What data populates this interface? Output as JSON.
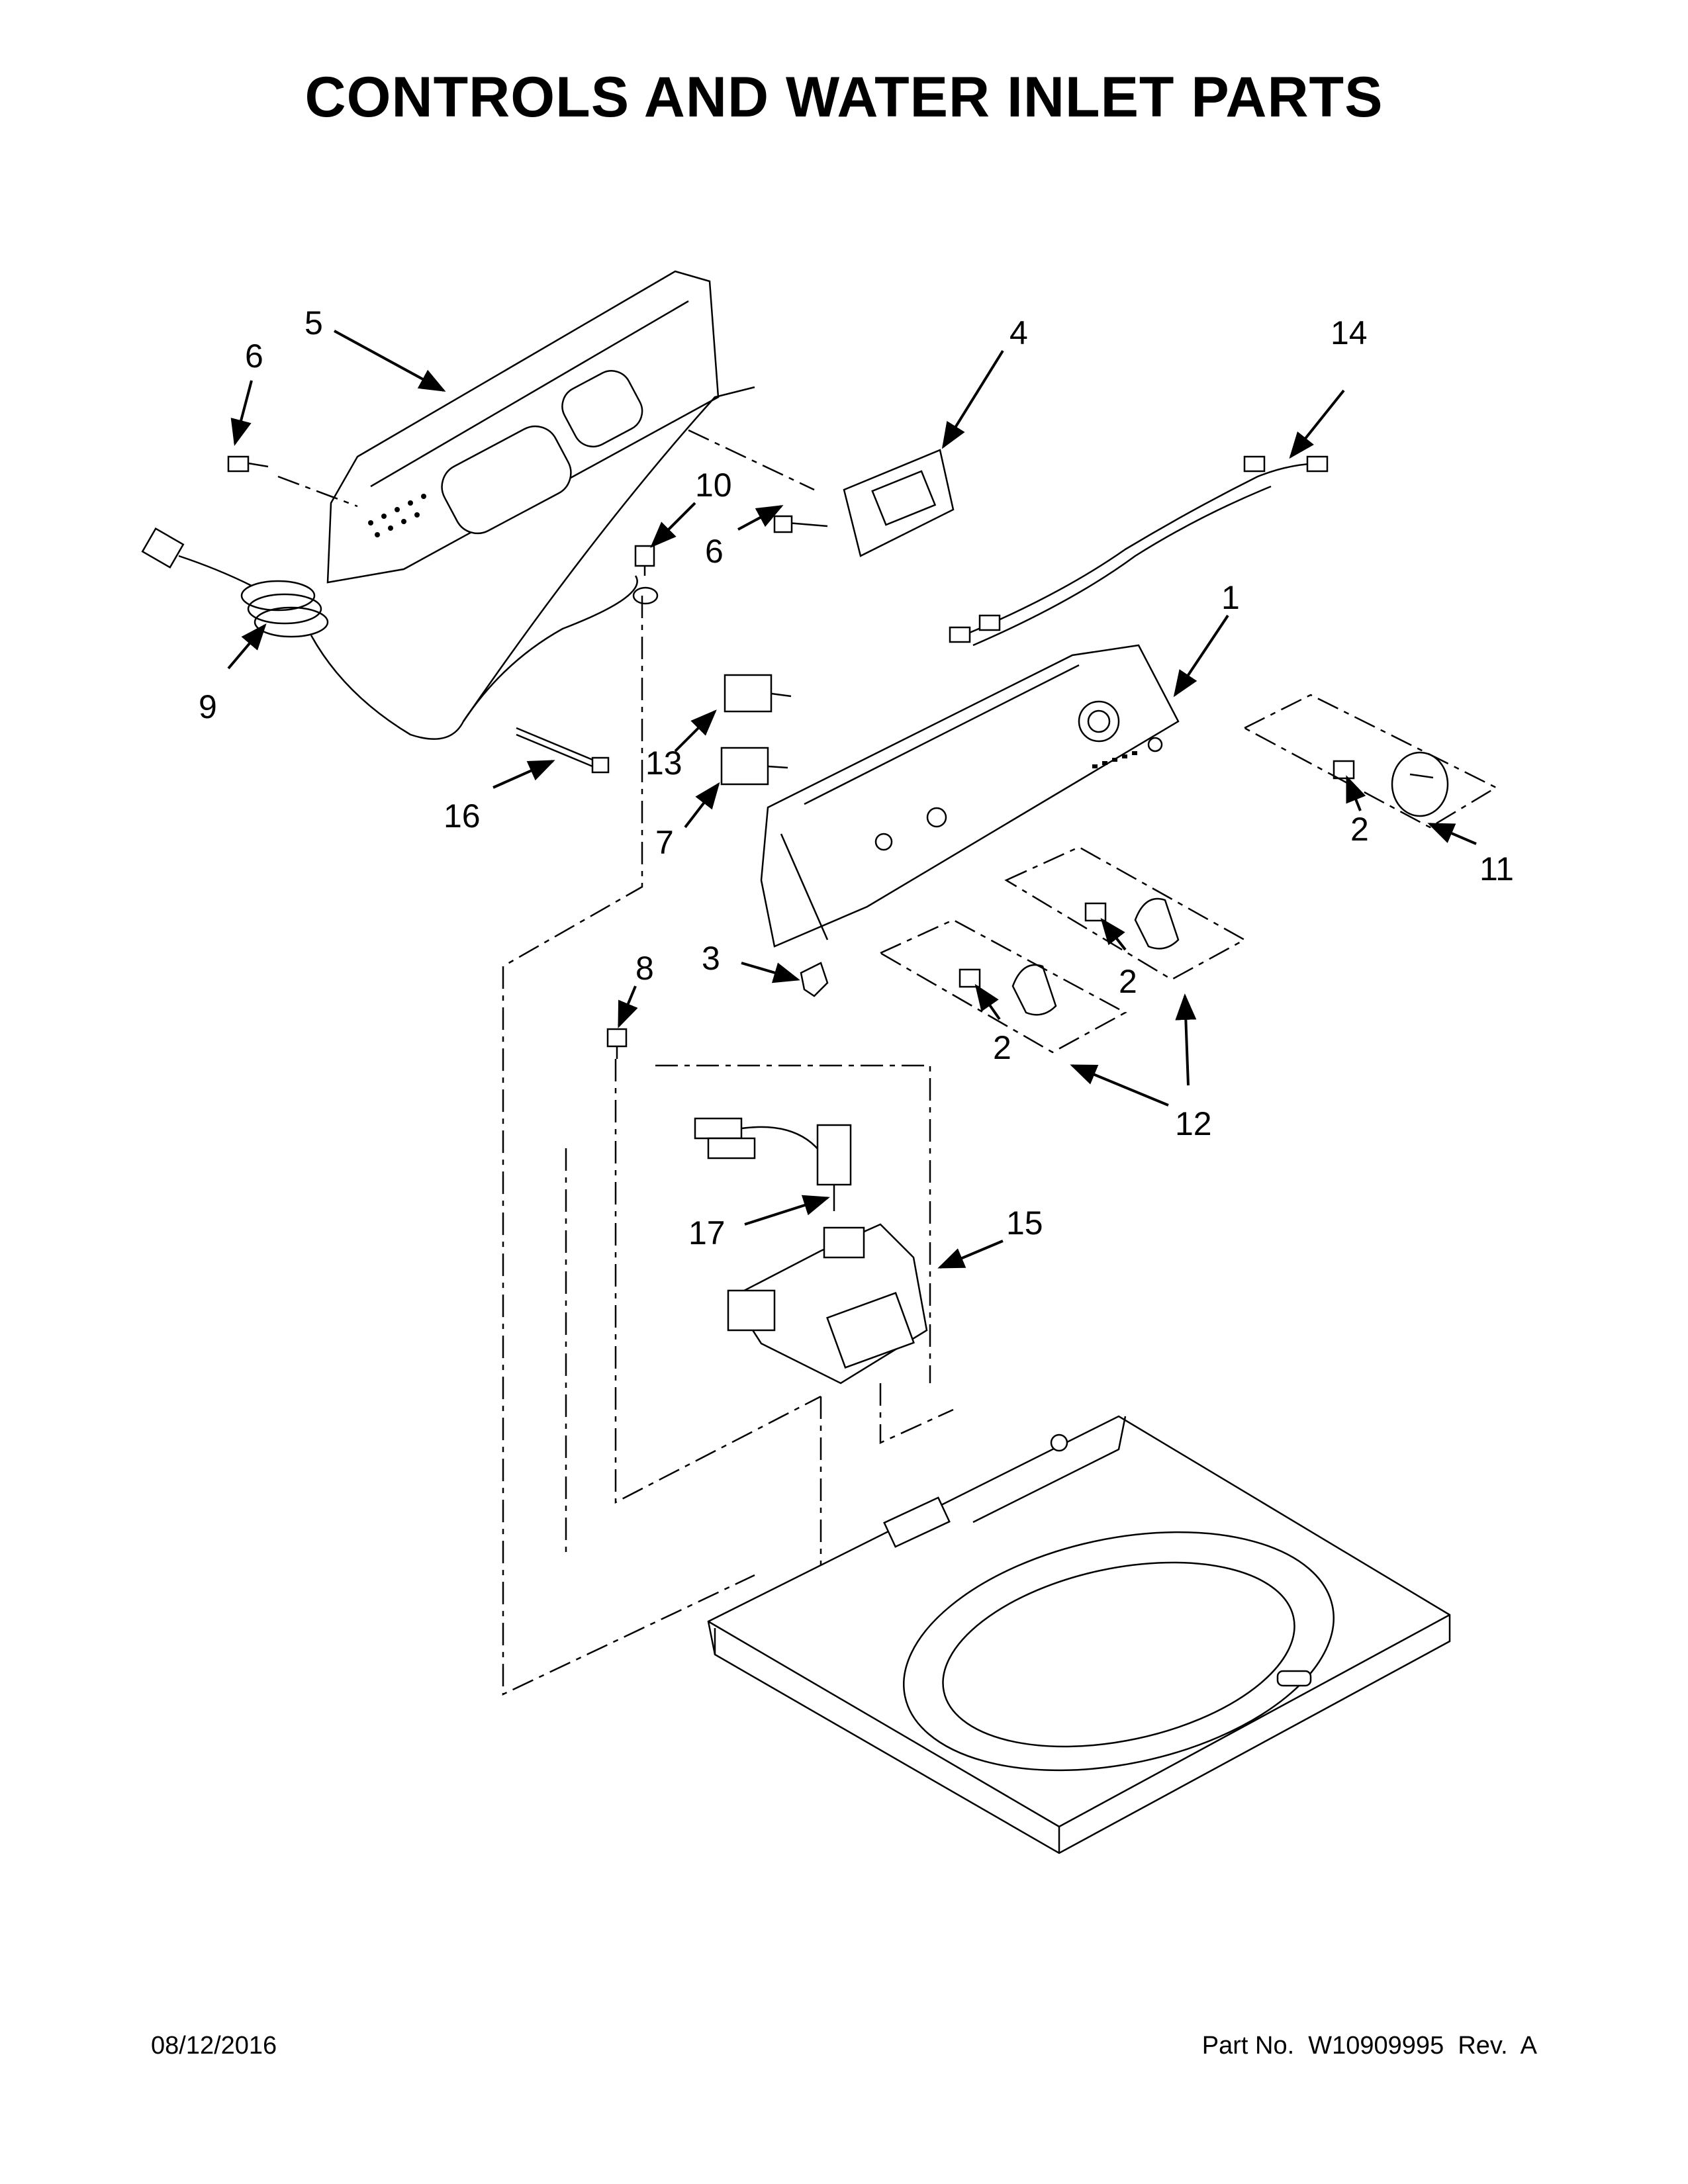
{
  "title": "CONTROLS AND WATER INLET PARTS",
  "callouts": [
    {
      "id": "c5",
      "label": "5"
    },
    {
      "id": "c6a",
      "label": "6"
    },
    {
      "id": "c4",
      "label": "4"
    },
    {
      "id": "c14",
      "label": "14"
    },
    {
      "id": "c10",
      "label": "10"
    },
    {
      "id": "c6b",
      "label": "6"
    },
    {
      "id": "c1",
      "label": "1"
    },
    {
      "id": "c9",
      "label": "9"
    },
    {
      "id": "c13",
      "label": "13"
    },
    {
      "id": "c16",
      "label": "16"
    },
    {
      "id": "c7",
      "label": "7"
    },
    {
      "id": "c2a",
      "label": "2"
    },
    {
      "id": "c11",
      "label": "11"
    },
    {
      "id": "c3",
      "label": "3"
    },
    {
      "id": "c8",
      "label": "8"
    },
    {
      "id": "c2b",
      "label": "2"
    },
    {
      "id": "c2c",
      "label": "2"
    },
    {
      "id": "c12",
      "label": "12"
    },
    {
      "id": "c17",
      "label": "17"
    },
    {
      "id": "c15",
      "label": "15"
    }
  ],
  "footer": {
    "date": "08/12/2016",
    "part_number": "Part No.  W10909995  Rev.  A"
  }
}
